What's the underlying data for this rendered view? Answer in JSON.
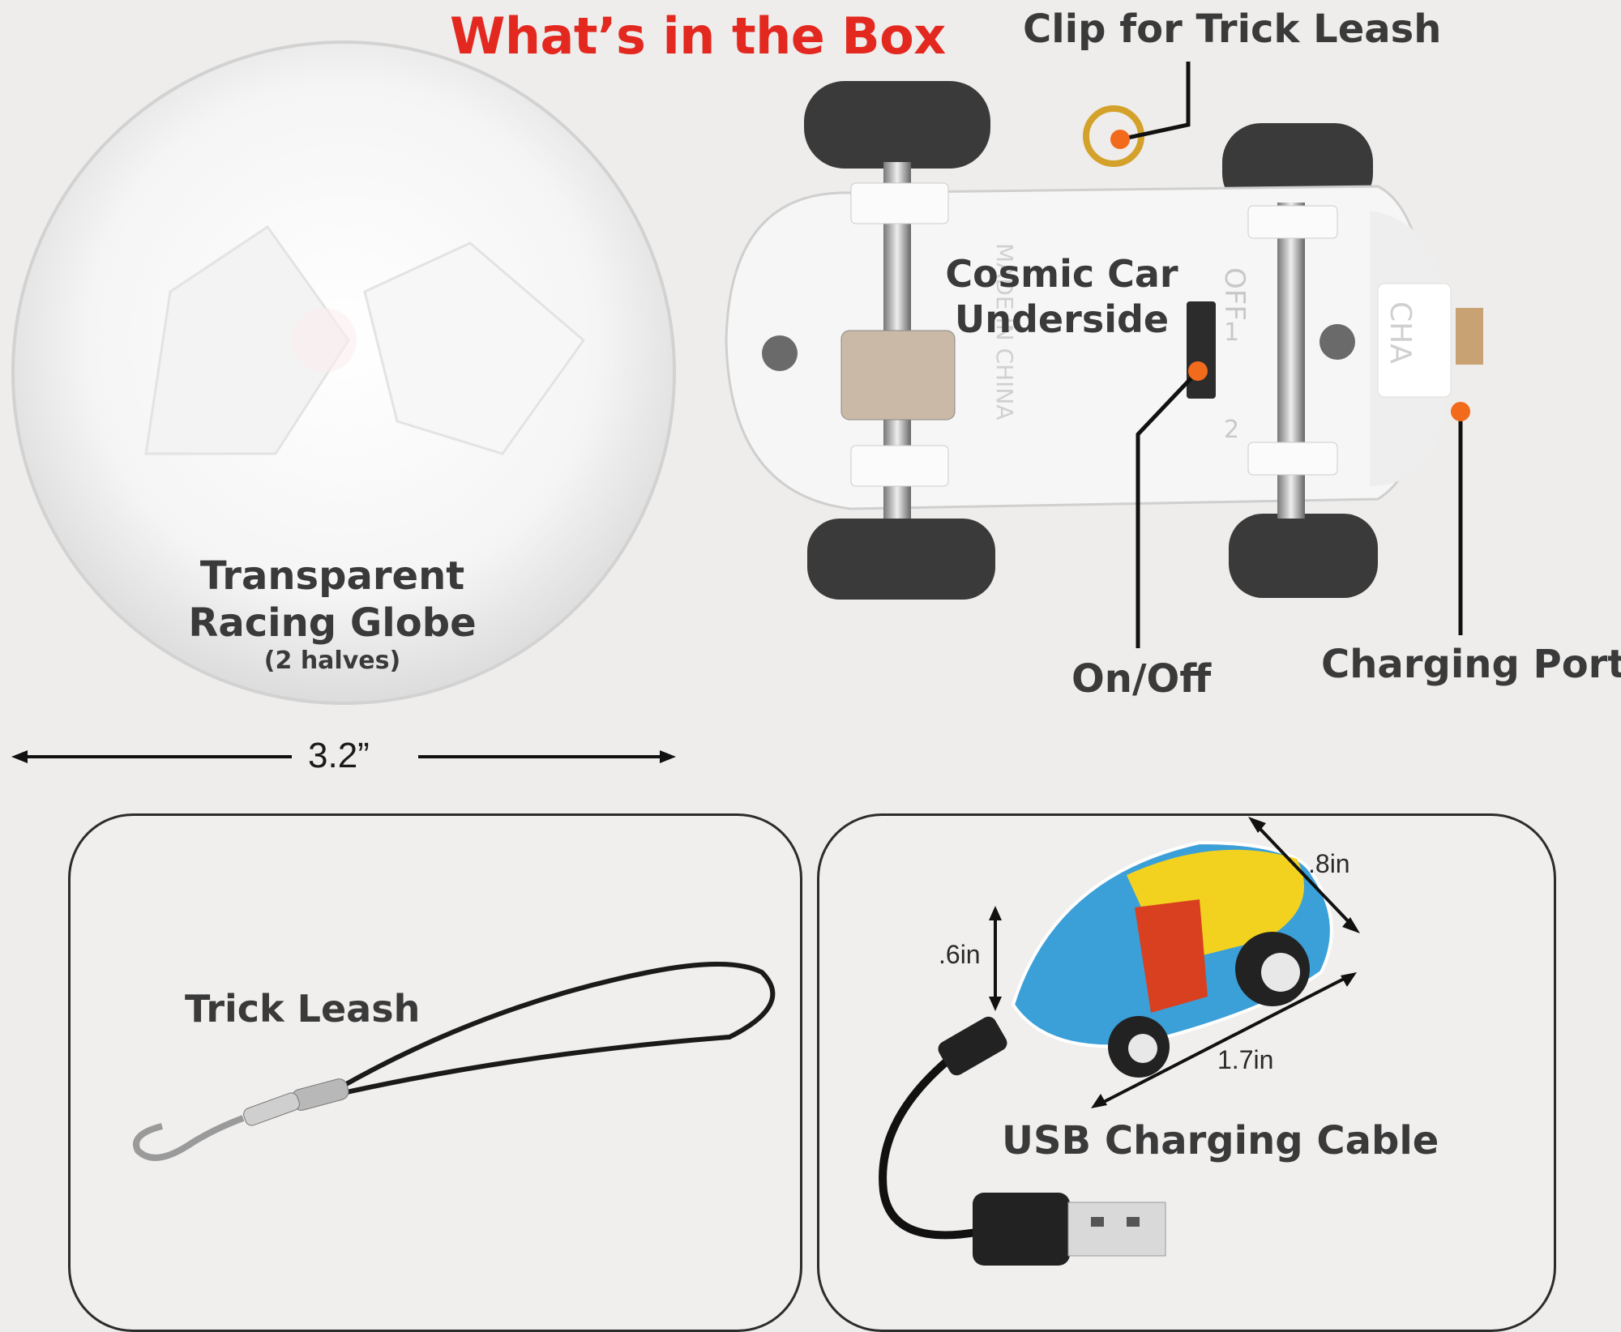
{
  "title": "What’s in the Box",
  "labels": {
    "clip": "Clip for Trick Leash",
    "underside_line1": "Cosmic Car",
    "underside_line2": "Underside",
    "on_off": "On/Off",
    "charging_port": "Charging Port",
    "globe_line1": "Transparent",
    "globe_line2": "Racing Globe",
    "globe_note": "(2 halves)",
    "globe_diameter": "3.2”",
    "trick_leash": "Trick Leash",
    "usb_cable": "USB Charging Cable"
  },
  "dimensions": {
    "width": ".8in",
    "height": ".6in",
    "length": "1.7in"
  },
  "underside_markings": {
    "off": "OFF",
    "one": "1",
    "two": "2",
    "cha": "CHA",
    "china": "MADE IN CHINA"
  },
  "colors": {
    "title": "#e3281f",
    "callout_dot": "#f26a1b",
    "callout_line": "#111111",
    "label_text": "#3a3a3a"
  }
}
